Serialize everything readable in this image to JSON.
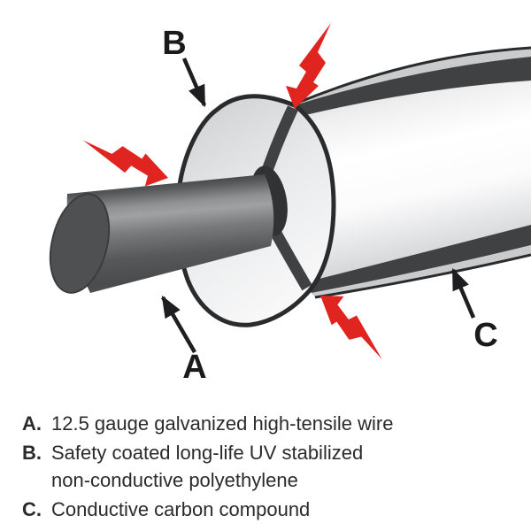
{
  "diagram": {
    "labels": [
      {
        "id": "a",
        "text": "A"
      },
      {
        "id": "b",
        "text": "B"
      },
      {
        "id": "c",
        "text": "C"
      }
    ],
    "colors": {
      "bolt_red": "#e02420",
      "carbon_dark": "#3f4143",
      "outline_dark": "#2a2b2d",
      "wire_gray": "#58595b"
    }
  },
  "legend": {
    "items": [
      {
        "key": "A.",
        "lines": [
          "12.5 gauge galvanized high-tensile wire"
        ]
      },
      {
        "key": "B.",
        "lines": [
          "Safety coated long-life UV stabilized",
          "non-conductive polyethylene"
        ]
      },
      {
        "key": "C.",
        "lines": [
          "Conductive carbon compound"
        ]
      }
    ]
  }
}
